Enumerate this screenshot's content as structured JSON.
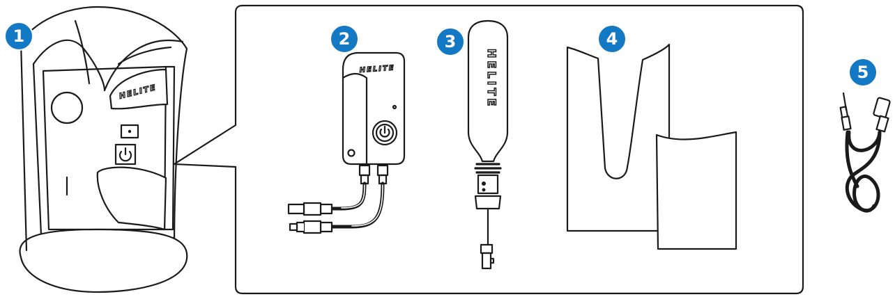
{
  "badges": [
    {
      "number": "1"
    },
    {
      "number": "2"
    },
    {
      "number": "3"
    },
    {
      "number": "4"
    },
    {
      "number": "5"
    }
  ],
  "brand": {
    "name": "HELITE"
  },
  "colors": {
    "badge_fill": "#1479c4",
    "line": "#1a1a1a",
    "background": "#ffffff"
  },
  "icons": [
    "power-icon",
    "usb-cable-icon",
    "jack-plug-icon"
  ]
}
